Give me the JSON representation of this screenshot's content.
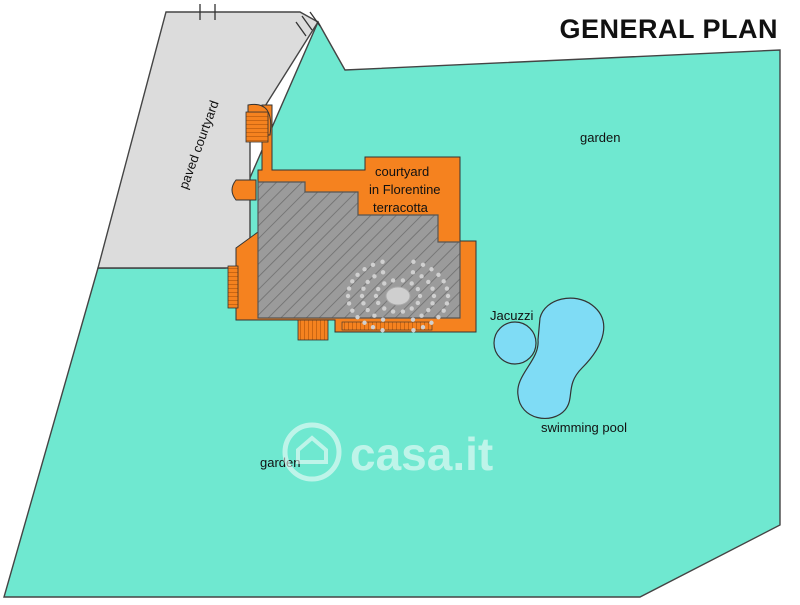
{
  "title": "GENERAL PLAN",
  "labels": {
    "paved_courtyard": "paved courtyard",
    "garden_north": "garden",
    "garden_south": "garden",
    "terracotta_line1": "courtyard",
    "terracotta_line2": "in Florentine",
    "terracotta_line3": "terracotta",
    "jacuzzi": "Jacuzzi",
    "swimming_pool": "swimming pool"
  },
  "watermark": "casa.it",
  "colors": {
    "garden": "#6fe8d0",
    "paved": "#dcdcdc",
    "terrace": "#f5821f",
    "building": "#9b9b9b",
    "water": "#7fdcf5",
    "outline": "#444444"
  }
}
